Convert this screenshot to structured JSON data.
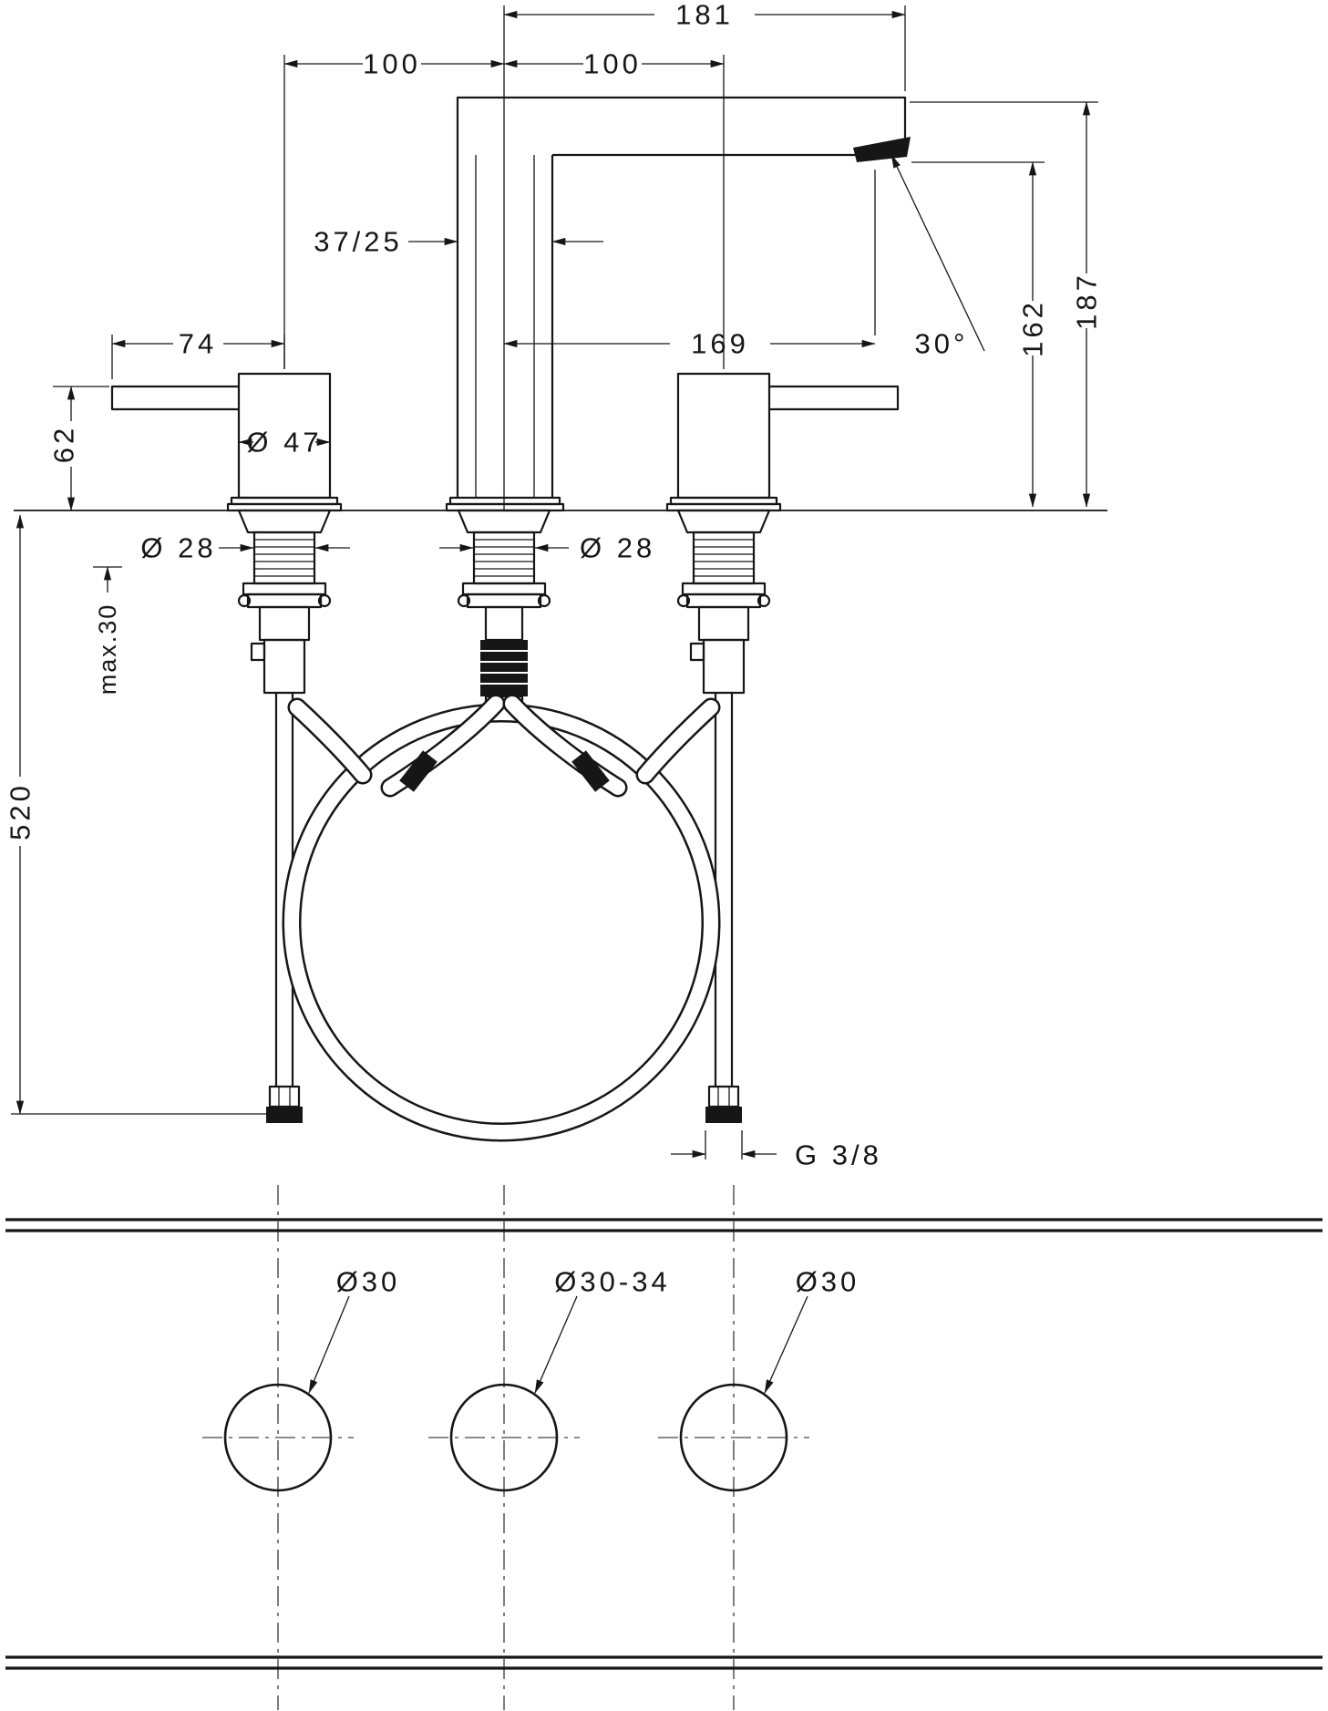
{
  "drawing_title": "three-hole-basin-mixer-dimension-drawing",
  "dims": {
    "d181": "181",
    "d100_left": "100",
    "d100_right": "100",
    "d37_25": "37/25",
    "d169": "169",
    "d30deg": "30°",
    "d187": "187",
    "d162": "162",
    "d74": "74",
    "d62": "62",
    "d47": "Ø 47",
    "d28_left": "Ø 28",
    "d28_center": "Ø 28",
    "dmax30": "max.30",
    "d520": "520",
    "g38": "G 3/8"
  },
  "holes": {
    "left": "Ø30",
    "center": "Ø30-34",
    "right": "Ø30"
  }
}
